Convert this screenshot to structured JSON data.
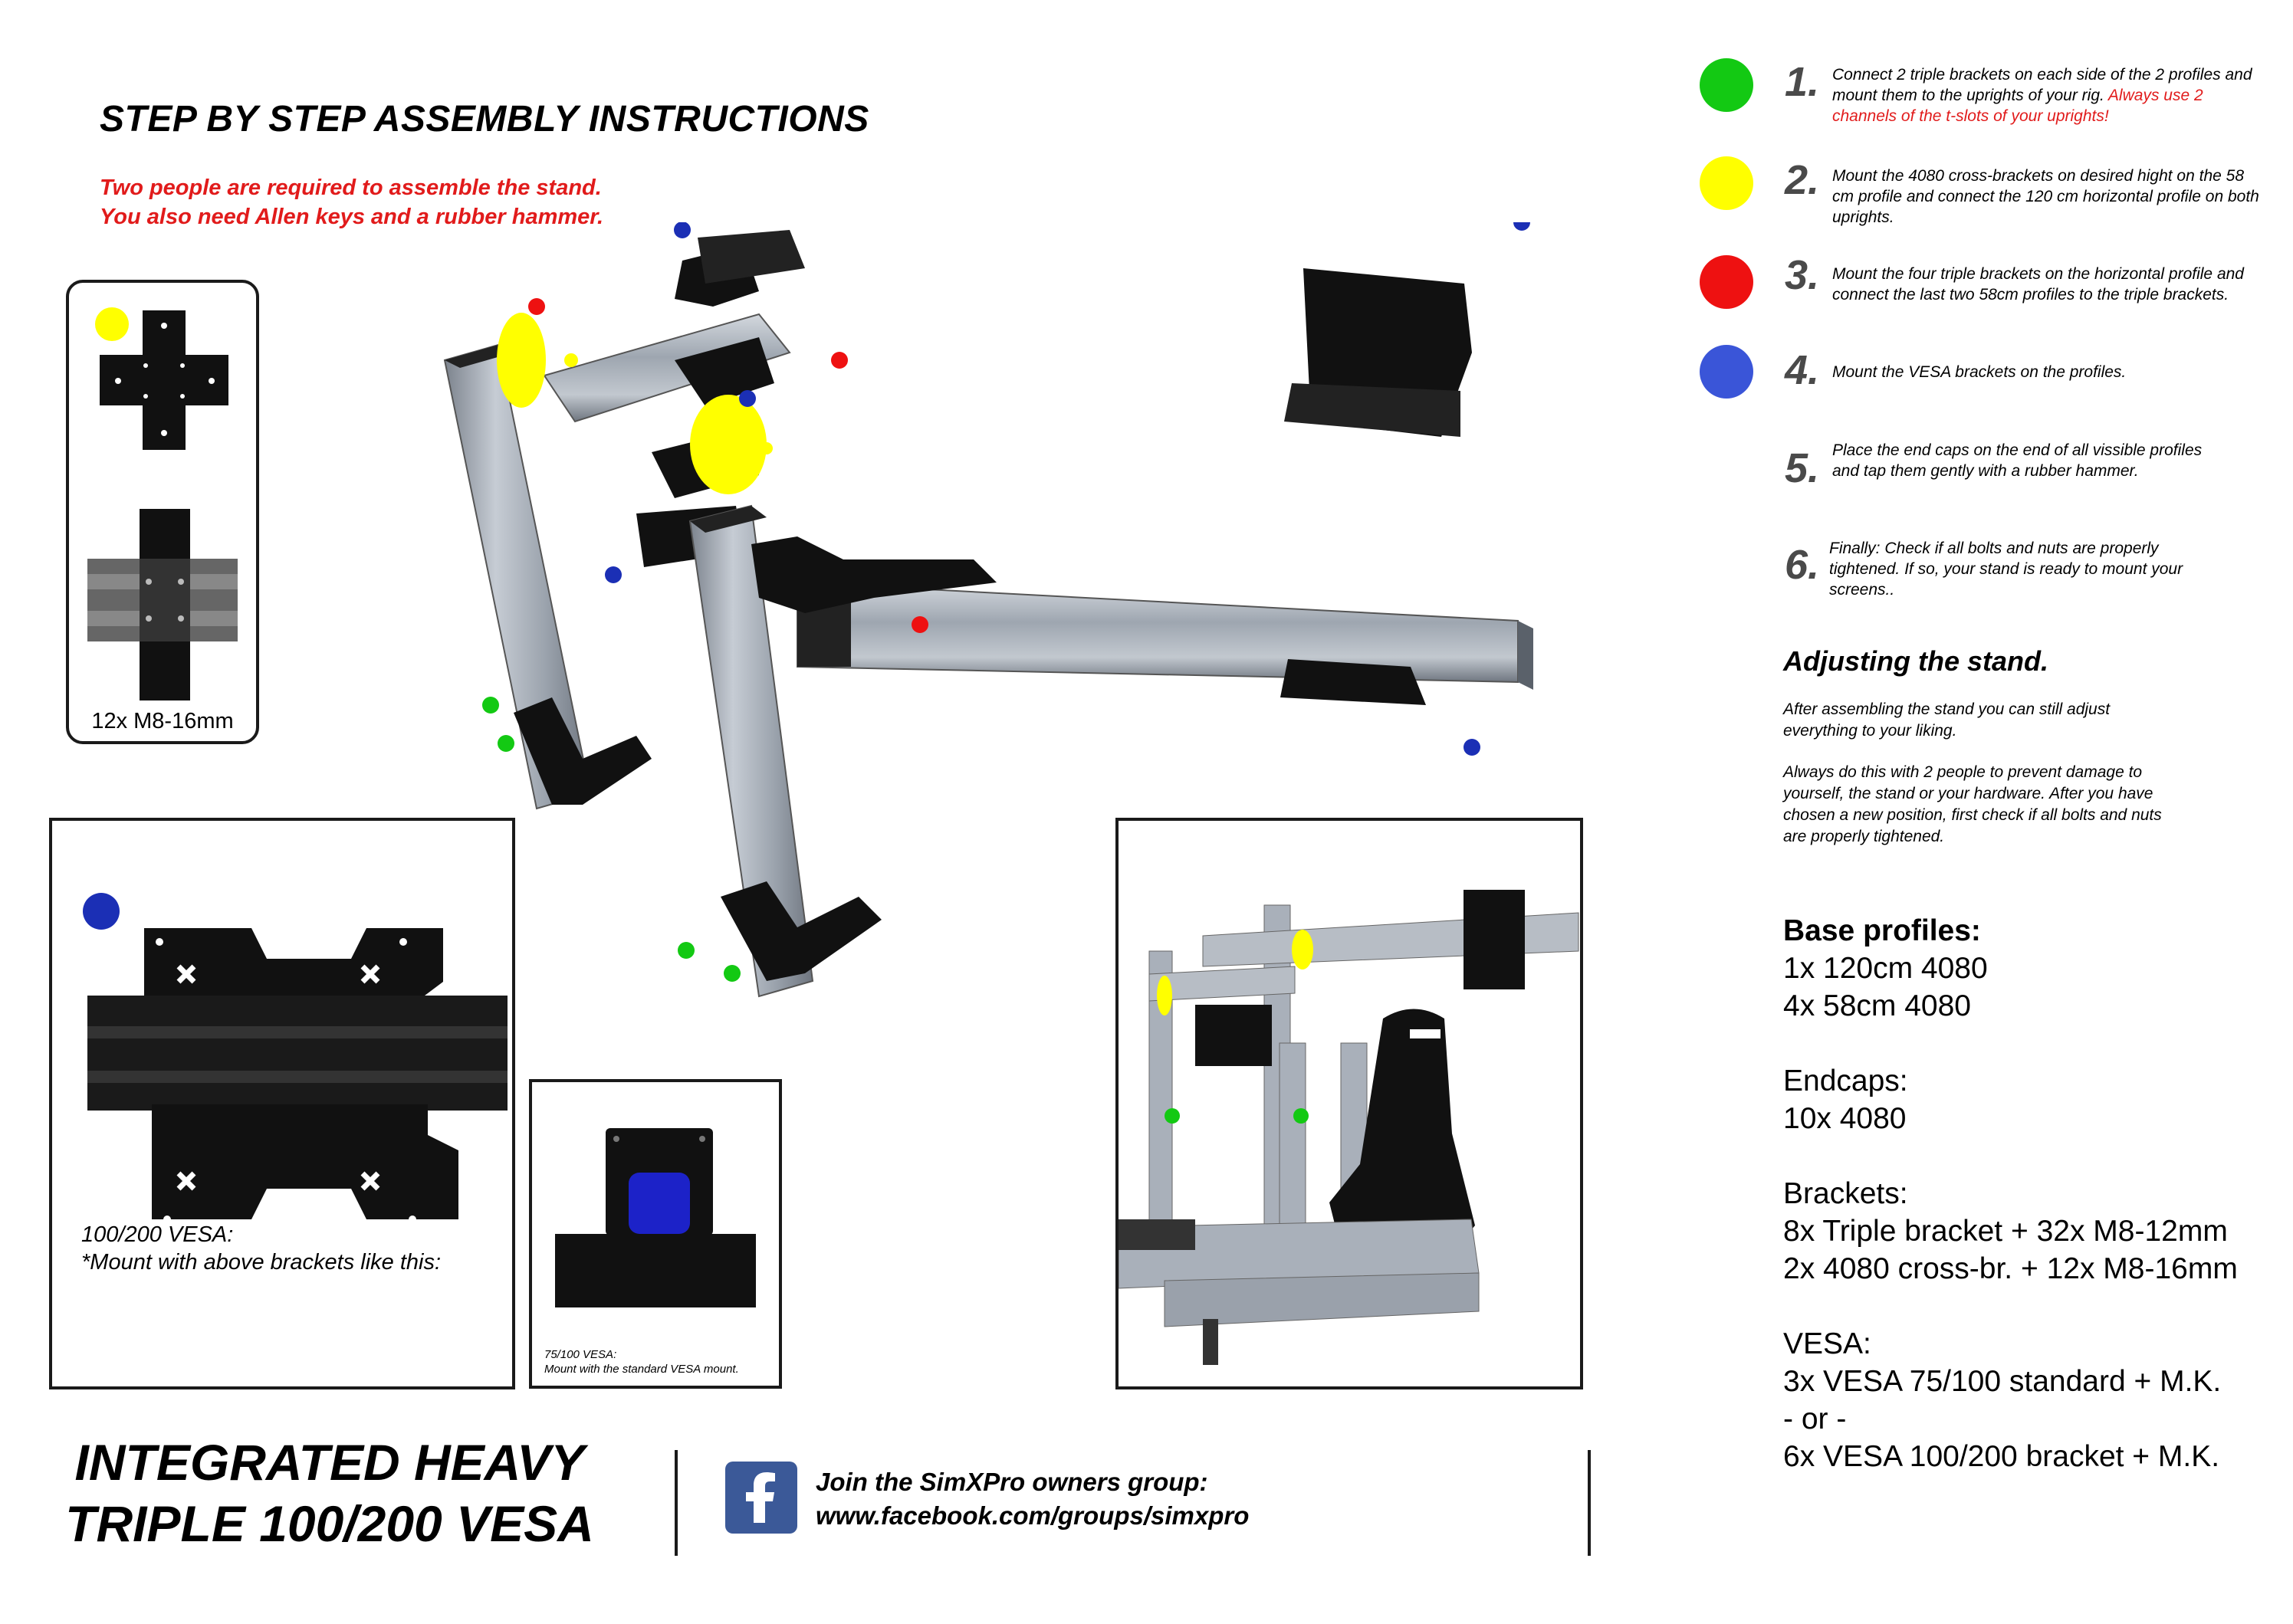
{
  "header": {
    "title": "STEP BY STEP ASSEMBLY INSTRUCTIONS",
    "requirements": [
      "Two people are required to assemble the stand.",
      "You also need Allen keys and a rubber hammer."
    ]
  },
  "colors": {
    "step1": "#13c913",
    "step2": "#ffff00",
    "step3": "#ee1111",
    "step4": "#3a55d8",
    "warning": "#e11b1b",
    "aluminium": "#a9b0ba",
    "bracket": "#111111",
    "facebook": "#3b5998"
  },
  "cross_bracket_panel": {
    "caption": "12x M8-16mm"
  },
  "vesa_panel": {
    "caption_lines": [
      "100/200 VESA:",
      "*Mount with above brackets like this:"
    ]
  },
  "vesa_small_panel": {
    "caption_lines": [
      "75/100 VESA:",
      "Mount with the standard VESA mount."
    ]
  },
  "steps": [
    {
      "number": "1.",
      "color": "green",
      "text": "Connect 2 triple brackets on each side of the 2 profiles and mount them to the uprights of your rig.",
      "warning": "Always use 2 channels of the t-slots of your uprights!"
    },
    {
      "number": "2.",
      "color": "yellow",
      "text": "Mount the 4080 cross-brackets on desired hight on the 58 cm profile and connect the 120 cm horizontal profile on both uprights."
    },
    {
      "number": "3.",
      "color": "red",
      "text": "Mount the four triple brackets on the horizontal profile and connect the last two 58cm profiles to the triple brackets."
    },
    {
      "number": "4.",
      "color": "blue",
      "text": "Mount the VESA brackets on the profiles."
    },
    {
      "number": "5.",
      "text": "Place the end caps on the end of all vissible profiles and tap them gently with a rubber hammer."
    },
    {
      "number": "6.",
      "text": "Finally: Check if all bolts and nuts are properly tightened. If so, your stand is ready to mount your screens.."
    }
  ],
  "adjusting": {
    "heading": "Adjusting the stand.",
    "paragraphs": [
      "After assembling the stand you can still adjust everything to your liking.",
      "Always do this with 2 people to prevent damage to yourself, the stand or your hardware. After you have chosen a new position, first check if all bolts and nuts are properly tightened."
    ]
  },
  "parts": {
    "base_heading": "Base profiles:",
    "base_items": [
      "1x 120cm 4080",
      "4x 58cm 4080"
    ],
    "endcaps_heading": "Endcaps:",
    "endcaps_items": [
      "10x 4080"
    ],
    "brackets_heading": "Brackets:",
    "brackets_items": [
      "8x Triple bracket + 32x M8-12mm",
      "2x 4080 cross-br. + 12x M8-16mm"
    ],
    "vesa_heading": "VESA:",
    "vesa_items": [
      "3x VESA 75/100 standard + M.K.",
      "- or -",
      "6x VESA 100/200 bracket + M.K."
    ]
  },
  "footer": {
    "product_lines": [
      "INTEGRATED HEAVY",
      "TRIPLE 100/200 VESA"
    ],
    "facebook_icon": "facebook-icon",
    "group_lines": [
      "Join the SimXPro owners group:",
      "www.facebook.com/groups/simxpro"
    ]
  }
}
